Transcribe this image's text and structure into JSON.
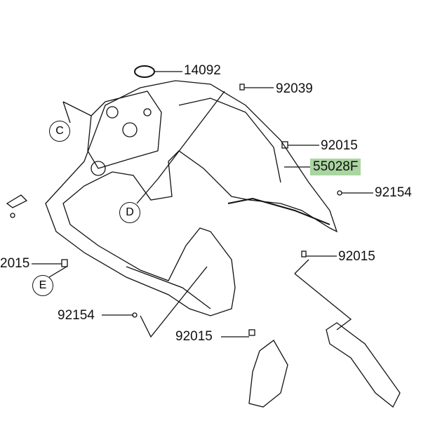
{
  "title": "Parts diagram - upper cowl",
  "highlight_color": "#a9d5a0",
  "parts": [
    {
      "id": "p14092",
      "number": "14092"
    },
    {
      "id": "p92039",
      "number": "92039"
    },
    {
      "id": "p92015a",
      "number": "92015"
    },
    {
      "id": "p55028F",
      "number": "55028F",
      "highlighted": true
    },
    {
      "id": "p92154a",
      "number": "92154"
    },
    {
      "id": "p92015b",
      "number": "92015"
    },
    {
      "id": "p92015c",
      "number": "2015"
    },
    {
      "id": "p92154b",
      "number": "92154"
    },
    {
      "id": "p92015d",
      "number": "92015"
    }
  ],
  "callouts": [
    "C",
    "D",
    "E"
  ]
}
